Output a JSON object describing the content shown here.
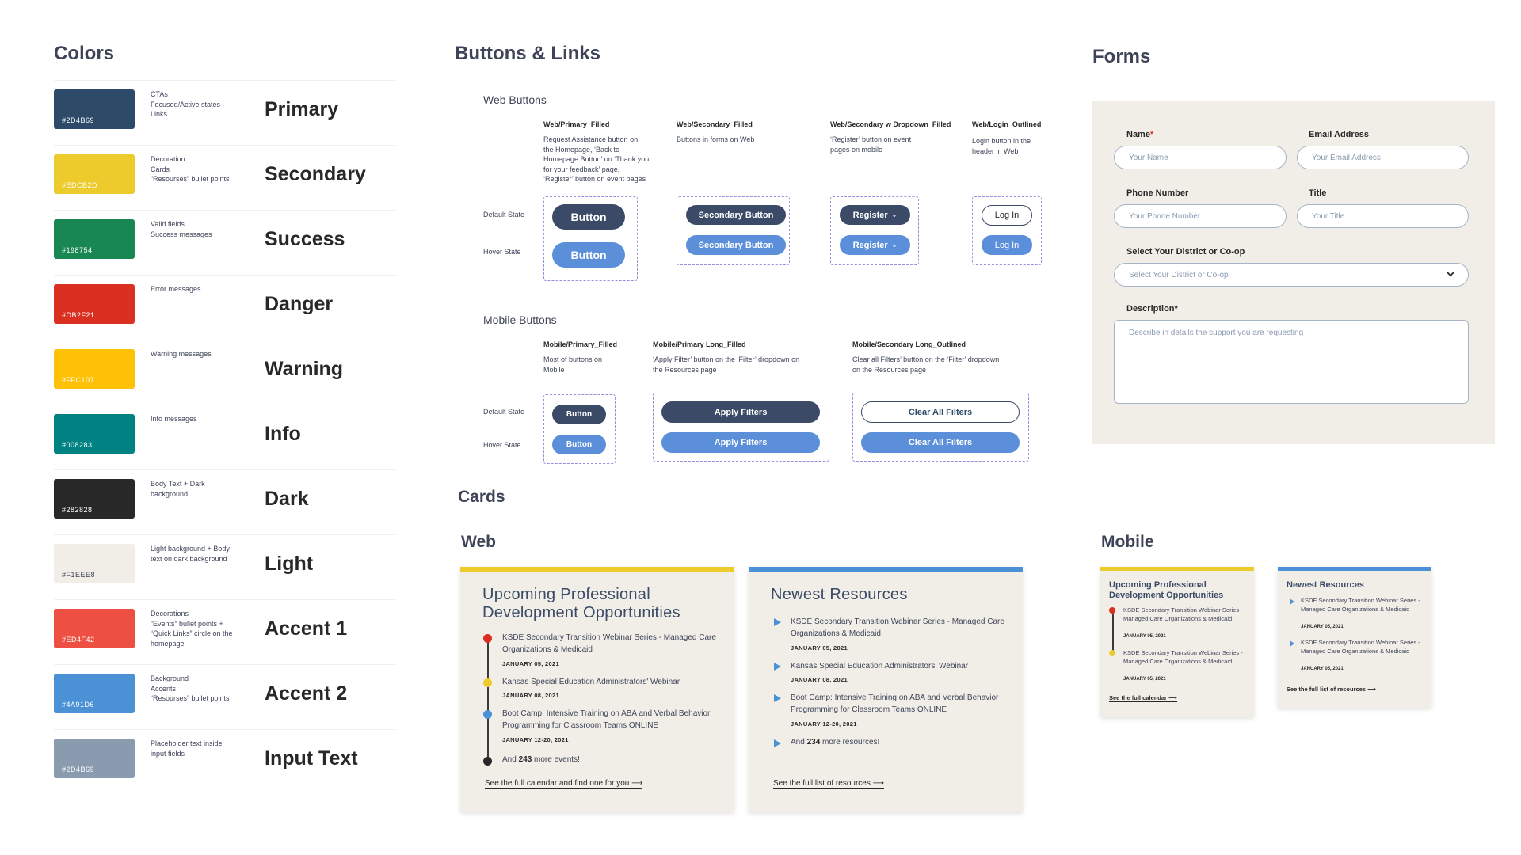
{
  "colors": {
    "title": "Colors",
    "items": [
      {
        "hex": "#2D4B69",
        "label": "#2D4B69",
        "desc": "CTAs\nFocused/Active states\nLinks",
        "name": "Primary",
        "dark": false
      },
      {
        "hex": "#EDCB2D",
        "label": "#EDCB2D",
        "desc": "Decoration\nCards\n“Resourses” bullet points",
        "name": "Secondary",
        "dark": false
      },
      {
        "hex": "#198754",
        "label": "#198754",
        "desc": "Valid fields\nSuccess messages",
        "name": "Success",
        "dark": false
      },
      {
        "hex": "#DB2F21",
        "label": "#DB2F21",
        "desc": "Error messages",
        "name": "Danger",
        "dark": false
      },
      {
        "hex": "#FFC107",
        "label": "#FFC107",
        "desc": "Warning messages",
        "name": "Warning",
        "dark": false
      },
      {
        "hex": "#008283",
        "label": "#008283",
        "desc": "Info messages",
        "name": "Info",
        "dark": false
      },
      {
        "hex": "#282828",
        "label": "#282828",
        "desc": "Body Text + Dark\nbackground",
        "name": "Dark",
        "dark": false
      },
      {
        "hex": "#F1EEE8",
        "label": "#F1EEE8",
        "desc": "Light background + Body\ntext on dark background",
        "name": "Light",
        "dark": true
      },
      {
        "hex": "#ED4F42",
        "label": "#ED4F42",
        "desc": "Decorations\n“Events” bullet points +\n“Quick Links” circle on the\nhomepage",
        "name": "Accent 1",
        "dark": false
      },
      {
        "hex": "#4A91D6",
        "label": "#4A91D6",
        "desc": "Background\nAccents\n“Resourses” bullet points",
        "name": "Accent 2",
        "dark": false
      },
      {
        "hex": "#8A9BB0",
        "label": "#2D4B69",
        "desc": "Placeholder text inside\ninput fields",
        "name": "Input Text",
        "dark": false
      }
    ]
  },
  "buttons": {
    "title": "Buttons & Links",
    "web": {
      "title": "Web Buttons",
      "default_state": "Default State",
      "hover_state": "Hover State",
      "primary": {
        "label": "Web/Primary_Filled",
        "desc": "Request Assistance button on\nthe Homepage, ‘Back to\nHomepage Button’ on ‘Thank you\nfor your feedback’ page,\n‘Register’ button on event pages",
        "text": "Button"
      },
      "secondary": {
        "label": "Web/Secondary_Filled",
        "desc": "Buttons in forms on Web",
        "text": "Secondary Button"
      },
      "dropdown": {
        "label": "Web/Secondary w Dropdown_Filled",
        "desc": "‘Register’ button on event\npages on mobile",
        "text": "Register",
        "chevron": "⌄"
      },
      "login": {
        "label": "Web/Login_Outlined",
        "desc": "Login button in the\nheader in Web",
        "text": "Log In"
      }
    },
    "mobile": {
      "title": "Mobile Buttons",
      "default_state": "Default State",
      "hover_state": "Hover State",
      "primary": {
        "label": "Mobile/Primary_Filled",
        "desc": "Most of buttons on\nMobile",
        "text": "Button"
      },
      "primary_long": {
        "label": "Mobile/Primary Long_Filled",
        "desc": "‘Apply Filter’ button on the ‘Filter’ dropdown on\nthe Resources page",
        "text": "Apply Filters"
      },
      "secondary_long": {
        "label": "Mobile/Secondary Long_Outlined",
        "desc": "Clear all Filters’ button on the ‘Filter’ dropdown\non the Resources page",
        "text": "Clear All Filters"
      }
    }
  },
  "forms": {
    "title": "Forms",
    "name_label": "Name",
    "required_mark": "*",
    "name_placeholder": "Your Name",
    "email_label": "Email Address",
    "email_placeholder": "Your Email Address",
    "phone_label": "Phone Number",
    "phone_placeholder": "Your Phone Number",
    "title_label": "Title",
    "title_placeholder": "Your Title",
    "district_label": "Select Your District or Co-op",
    "district_placeholder": "Select Your District or Co-op",
    "description_label": "Description*",
    "description_placeholder": "Describe in details the support you are requesting"
  },
  "cards": {
    "title": "Cards",
    "web_title": "Web",
    "mobile_title": "Mobile",
    "events": {
      "title": "Upcoming Professional Development Opportunities",
      "items": [
        {
          "title": "KSDE Secondary Transition Webinar Series - Managed Care Organizations & Medicaid",
          "date": "JANUARY 05, 2021",
          "color": "#DB2F21"
        },
        {
          "title": "Kansas Special Education Administrators' Webinar",
          "date": "JANUARY 08, 2021",
          "color": "#EDCB2D"
        },
        {
          "title": "Boot Camp: Intensive Training on ABA and Verbal Behavior Programming for Classroom Teams ONLINE",
          "date": "JANUARY 12-20, 2021",
          "color": "#4A91D6"
        }
      ],
      "more_prefix": "And ",
      "more_count": "243",
      "more_suffix": " more events!",
      "link": "See the full calendar and find one for you",
      "arrow": "⟶"
    },
    "resources": {
      "title": "Newest Resources",
      "items": [
        {
          "title": "KSDE Secondary Transition Webinar Series - Managed Care Organizations & Medicaid",
          "date": "JANUARY 05, 2021"
        },
        {
          "title": "Kansas Special Education Administrators' Webinar",
          "date": "JANUARY 08, 2021"
        },
        {
          "title": "Boot Camp: Intensive Training on ABA and Verbal Behavior Programming for Classroom Teams ONLINE",
          "date": "JANUARY 12-20, 2021"
        }
      ],
      "more_prefix": "And ",
      "more_count": "234",
      "more_suffix": " more resources!",
      "link": "See the full list of resources",
      "arrow": "⟶"
    },
    "mobile_events": {
      "title": "Upcoming Professional Development Opportunities",
      "items": [
        {
          "title": "KSDE Secondary Transition Webinar Series - Managed Care Organizations & Medicaid",
          "date": "JANUARY 05, 2021"
        },
        {
          "title": "KSDE Secondary Transition Webinar Series - Managed Care Organizations & Medicaid",
          "date": "JANUARY 05, 2021"
        }
      ],
      "link": "See the full calendar",
      "arrow": "⟶"
    },
    "mobile_resources": {
      "title": "Newest Resources",
      "items": [
        {
          "title": "KSDE Secondary Transition Webinar Series - Managed Care Organizations & Medicaid",
          "date": "JANUARY 05, 2021"
        },
        {
          "title": "KSDE Secondary Transition Webinar Series - Managed Care Organizations & Medicaid",
          "date": "JANUARY 05, 2021"
        }
      ],
      "link": "See the full list of resources",
      "arrow": "⟶"
    },
    "accent_yellow": "#EDCB2D",
    "accent_blue": "#4A91D6",
    "accent_red": "#DB2F21",
    "dark": "#282828"
  }
}
